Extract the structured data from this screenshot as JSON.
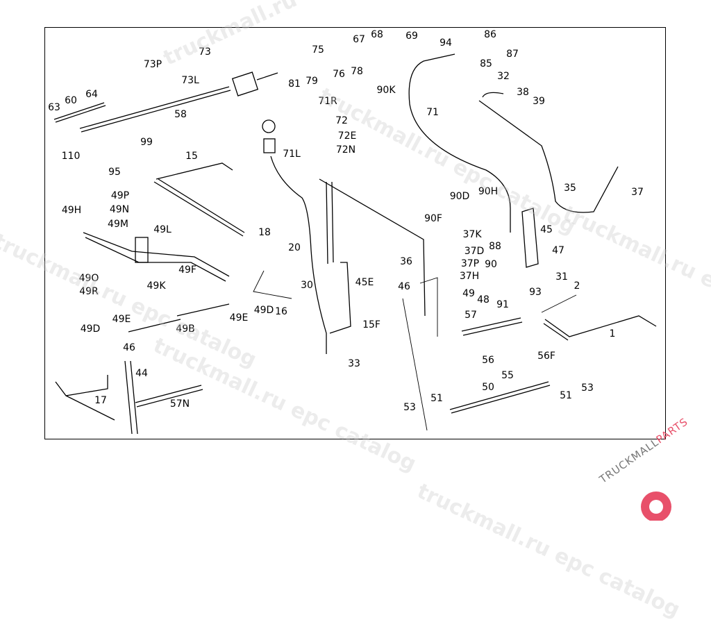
{
  "watermark": "truckmall.ru epc catalog",
  "logo": {
    "text_main": "TRUCKMALL",
    "text_accent": "PARTS",
    "accent_color": "#e8506a"
  },
  "labels": [
    "73",
    "73P",
    "73L",
    "75",
    "81",
    "79",
    "76",
    "78",
    "67",
    "68",
    "69",
    "94",
    "86",
    "85",
    "87",
    "64",
    "60",
    "63",
    "58",
    "71R",
    "72",
    "72E",
    "72N",
    "71",
    "32",
    "38",
    "39",
    "90K",
    "110",
    "99",
    "95",
    "15",
    "71L",
    "35",
    "37",
    "90D",
    "90H",
    "90F",
    "49P",
    "49N",
    "49M",
    "49L",
    "49H",
    "18",
    "45",
    "37K",
    "37D",
    "37P",
    "37H",
    "88",
    "90",
    "47",
    "36",
    "20",
    "49F",
    "49O",
    "49R",
    "49K",
    "30",
    "45E",
    "46",
    "31",
    "2",
    "93",
    "49",
    "48",
    "91",
    "49D",
    "16",
    "49E",
    "49E",
    "57",
    "49D",
    "49B",
    "15F",
    "1",
    "46",
    "56",
    "56F",
    "33",
    "44",
    "55",
    "50",
    "53",
    "51",
    "17",
    "57N",
    "51",
    "53"
  ]
}
